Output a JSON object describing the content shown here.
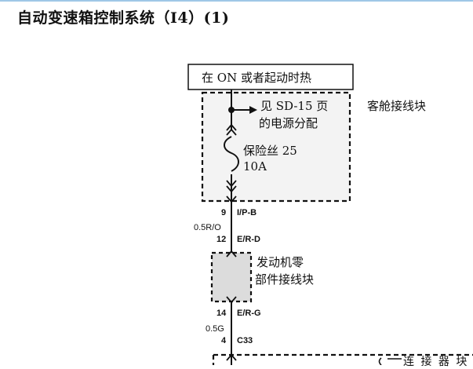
{
  "title": "自动变速箱控制系统（I4）(1)",
  "power_label": "在 ON 或者起动时热",
  "cabin_box_label": "客舱接线块",
  "power_ref": {
    "line1": "见 SD-15 页",
    "line2": "的电源分配"
  },
  "fuse": {
    "line1": "保险丝 25",
    "line2": "10A"
  },
  "connectors": [
    {
      "pin": "9",
      "name": "I/P-B"
    },
    {
      "pin": "12",
      "name": "E/R-D"
    },
    {
      "pin": "14",
      "name": "E/R-G"
    },
    {
      "pin": "4",
      "name": "C33"
    }
  ],
  "wire_colors": [
    "0.5R/O",
    "0.5G"
  ],
  "engine_box_label": {
    "line1": "发动机零",
    "line2": "部件接线块"
  },
  "bottom_box_label": "连 接 器 块"
}
